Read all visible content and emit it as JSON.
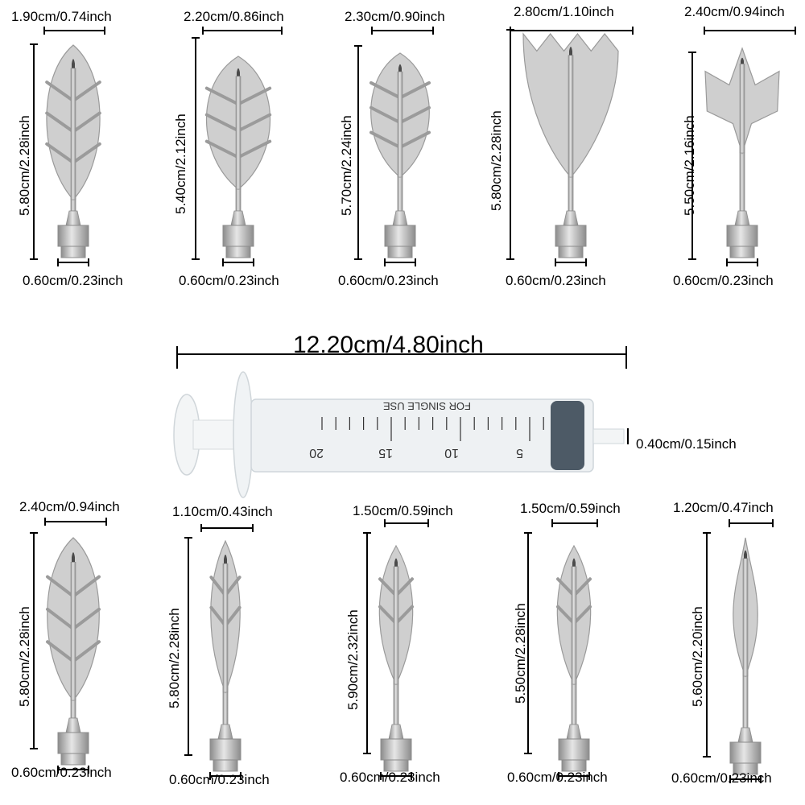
{
  "colors": {
    "blade_fill": "#cfcfcf",
    "blade_edge": "#9a9a9a",
    "vein": "#9b9b9b",
    "metal_dark": "#8c8c8c",
    "metal_light": "#e6e6e6",
    "dim_line": "#000000",
    "syringe_body": "#eef1f3",
    "plunger_seal": "#4d5a66"
  },
  "nozzles": [
    {
      "width": "1.90cm/0.74inch",
      "height": "5.80cm/2.28inch",
      "base": "0.60cm/0.23inch",
      "shape": "leaf"
    },
    {
      "width": "2.20cm/0.86inch",
      "height": "5.40cm/2.12inch",
      "base": "0.60cm/0.23inch",
      "shape": "leaf"
    },
    {
      "width": "2.30cm/0.90inch",
      "height": "5.70cm/2.24inch",
      "base": "0.60cm/0.23inch",
      "shape": "leaf"
    },
    {
      "width": "2.80cm/1.10inch",
      "height": "5.80cm/2.28inch",
      "base": "0.60cm/0.23inch",
      "shape": "crown"
    },
    {
      "width": "2.40cm/0.94inch",
      "height": "5.50cm/2.16inch",
      "base": "0.60cm/0.23inch",
      "shape": "spike"
    },
    {
      "width": "2.40cm/0.94inch",
      "height": "5.80cm/2.28inch",
      "base": "0.60cm/0.23inch",
      "shape": "leaf"
    },
    {
      "width": "1.10cm/0.43inch",
      "height": "5.80cm/2.28inch",
      "base": "0.60cm/0.23inch",
      "shape": "narrow"
    },
    {
      "width": "1.50cm/0.59inch",
      "height": "5.90cm/2.32inch",
      "base": "0.60cm/0.23inch",
      "shape": "narrow"
    },
    {
      "width": "1.50cm/0.59inch",
      "height": "5.50cm/2.28inch",
      "base": "0.60cm/0.23inch",
      "shape": "narrow"
    },
    {
      "width": "1.20cm/0.47inch",
      "height": "5.60cm/2.20inch",
      "base": "0.60cm/0.23inch",
      "shape": "flame"
    }
  ],
  "syringe": {
    "length": "12.20cm/4.80inch",
    "tip": "0.40cm/0.15inch",
    "printed_text": "FOR SINGLE USE",
    "scale_labels": [
      "20",
      "15",
      "10",
      "5"
    ]
  }
}
